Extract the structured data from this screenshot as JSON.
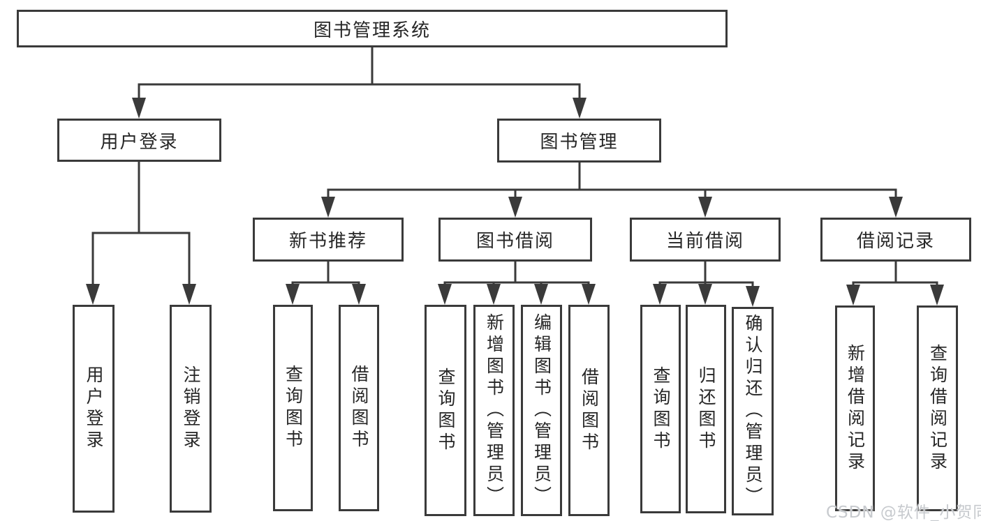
{
  "tree": {
    "label": "图书管理系统",
    "children": [
      {
        "label": "用户登录",
        "children": [
          {
            "label": "用户登录"
          },
          {
            "label": "注销登录"
          }
        ]
      },
      {
        "label": "图书管理",
        "children": [
          {
            "label": "新书推荐",
            "children": [
              {
                "label": "查询图书"
              },
              {
                "label": "借阅图书"
              }
            ]
          },
          {
            "label": "图书借阅",
            "children": [
              {
                "label": "查询图书"
              },
              {
                "label": "新增图书（管理员）"
              },
              {
                "label": "编辑图书（管理员）"
              },
              {
                "label": "借阅图书"
              }
            ]
          },
          {
            "label": "当前借阅",
            "children": [
              {
                "label": "查询图书"
              },
              {
                "label": "归还图书"
              },
              {
                "label": "确认归还（管理员）"
              }
            ]
          },
          {
            "label": "借阅记录",
            "children": [
              {
                "label": "新增借阅记录"
              },
              {
                "label": "查询借阅记录"
              }
            ]
          }
        ]
      }
    ]
  },
  "colors": {
    "line": "#3a3a3a",
    "text": "#262626",
    "watermark": "#c7cace",
    "background": "#ffffff"
  },
  "watermark": {
    "text": "CSDN @软件_小贺同学"
  }
}
